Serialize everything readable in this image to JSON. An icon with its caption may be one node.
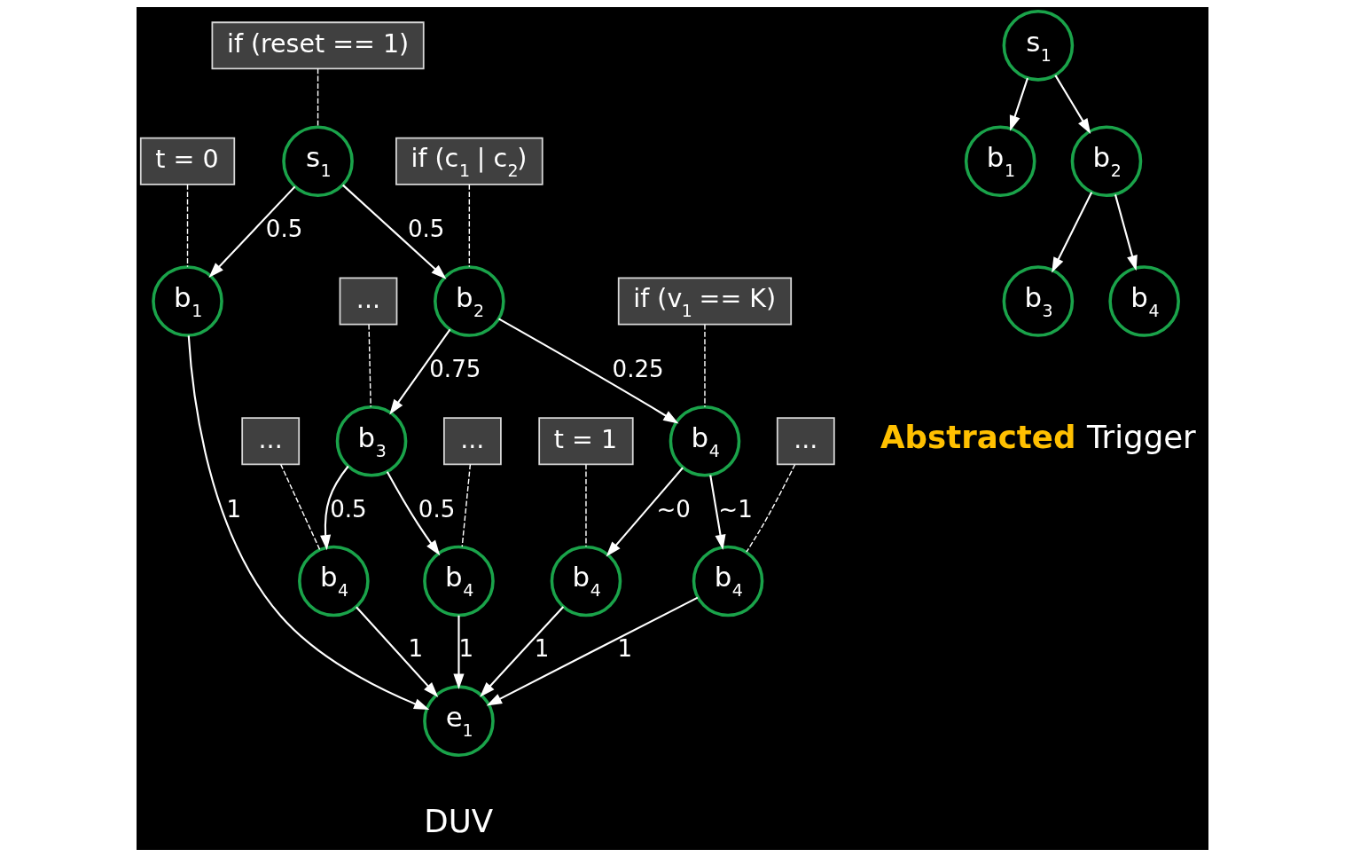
{
  "diagram": {
    "nodes": [
      {
        "text": [
          "s$_{1}$"
        ]
      },
      {
        "text": [
          "b$_{1}$"
        ]
      },
      {
        "text": [
          "b$_{2}$"
        ]
      },
      {
        "text": [
          "b$_{3}$"
        ]
      },
      {
        "text": [
          "b$_{4}$"
        ]
      },
      {
        "text": [
          "b$_{4}$"
        ]
      },
      {
        "text": [
          "b$_{4}$"
        ]
      },
      {
        "text": [
          "b$_{4}$"
        ]
      },
      {
        "text": [
          "b$_{4}$"
        ]
      },
      {
        "text": [
          "e$_{1}$"
        ]
      },
      {
        "text": [
          "t = 0"
        ]
      },
      {
        "text": [
          "if (reset == 1)"
        ]
      },
      {
        "text": [
          "if (c$_{1}$ | c$_{2}$)"
        ]
      },
      {
        "text": [
          "..."
        ]
      },
      {
        "text": [
          "if (v$_{1}$ == K)"
        ]
      },
      {
        "text": [
          "..."
        ]
      },
      {
        "text": [
          "..."
        ]
      },
      {
        "text": [
          "t = 1"
        ]
      },
      {
        "text": [
          "..."
        ]
      },
      {
        "text": [
          "s$_{1}$"
        ]
      },
      {
        "text": [
          "b$_{1}$"
        ]
      },
      {
        "text": [
          "b$_{2}$"
        ]
      },
      {
        "text": [
          "b$_{3}$"
        ]
      },
      {
        "text": [
          "b$_{4}$"
        ]
      }
    ],
    "edges": [
      {
        "from": 0,
        "to": 1,
        "arrow": "to",
        "label": "0.5"
      },
      {
        "from": 0,
        "to": 2,
        "arrow": "to",
        "label": "0.5"
      },
      {
        "from": 2,
        "to": 3,
        "arrow": "to",
        "label": "0.75"
      },
      {
        "from": 2,
        "to": 4,
        "arrow": "to",
        "label": "0.25"
      },
      {
        "from": 3,
        "to": 5,
        "arrow": "to",
        "label": "0.5"
      },
      {
        "from": 3,
        "to": 6,
        "arrow": "to",
        "label": "0.5"
      },
      {
        "from": 4,
        "to": 7,
        "arrow": "to",
        "label": "~0"
      },
      {
        "from": 4,
        "to": 8,
        "arrow": "to",
        "label": "~1"
      },
      {
        "from": 5,
        "to": 9,
        "arrow": "to",
        "label": "1"
      },
      {
        "from": 6,
        "to": 9,
        "arrow": "to",
        "label": "1"
      },
      {
        "from": 7,
        "to": 9,
        "arrow": "to",
        "label": "1"
      },
      {
        "from": 1,
        "to": 9,
        "arrow": "to",
        "label": "1"
      },
      {
        "from": 8,
        "to": 9,
        "arrow": "to",
        "label": "1"
      },
      {
        "from": 10,
        "to": 1,
        "arrow": "none",
        "style": "dashed"
      },
      {
        "from": 11,
        "to": 0,
        "arrow": "none",
        "style": "dashed"
      },
      {
        "from": 12,
        "to": 2,
        "arrow": "none",
        "style": "dashed"
      },
      {
        "from": 13,
        "to": 3,
        "arrow": "none",
        "style": "dashed"
      },
      {
        "from": 14,
        "to": 4,
        "arrow": "none",
        "style": "dashed"
      },
      {
        "from": 15,
        "to": 5,
        "arrow": "none",
        "style": "dashed"
      },
      {
        "from": 16,
        "to": 6,
        "arrow": "none",
        "style": "dashed"
      },
      {
        "from": 17,
        "to": 7,
        "arrow": "none",
        "style": "dashed"
      },
      {
        "from": 18,
        "to": 8,
        "arrow": "none",
        "style": "dashed"
      },
      {
        "from": 19,
        "to": 20,
        "arrow": "to"
      },
      {
        "from": 19,
        "to": 21,
        "arrow": "to"
      },
      {
        "from": 21,
        "to": 22,
        "arrow": "to"
      },
      {
        "from": 21,
        "to": 23,
        "arrow": "to"
      }
    ],
    "labels": [
      "Abstracted Trigger",
      "DUV"
    ]
  }
}
